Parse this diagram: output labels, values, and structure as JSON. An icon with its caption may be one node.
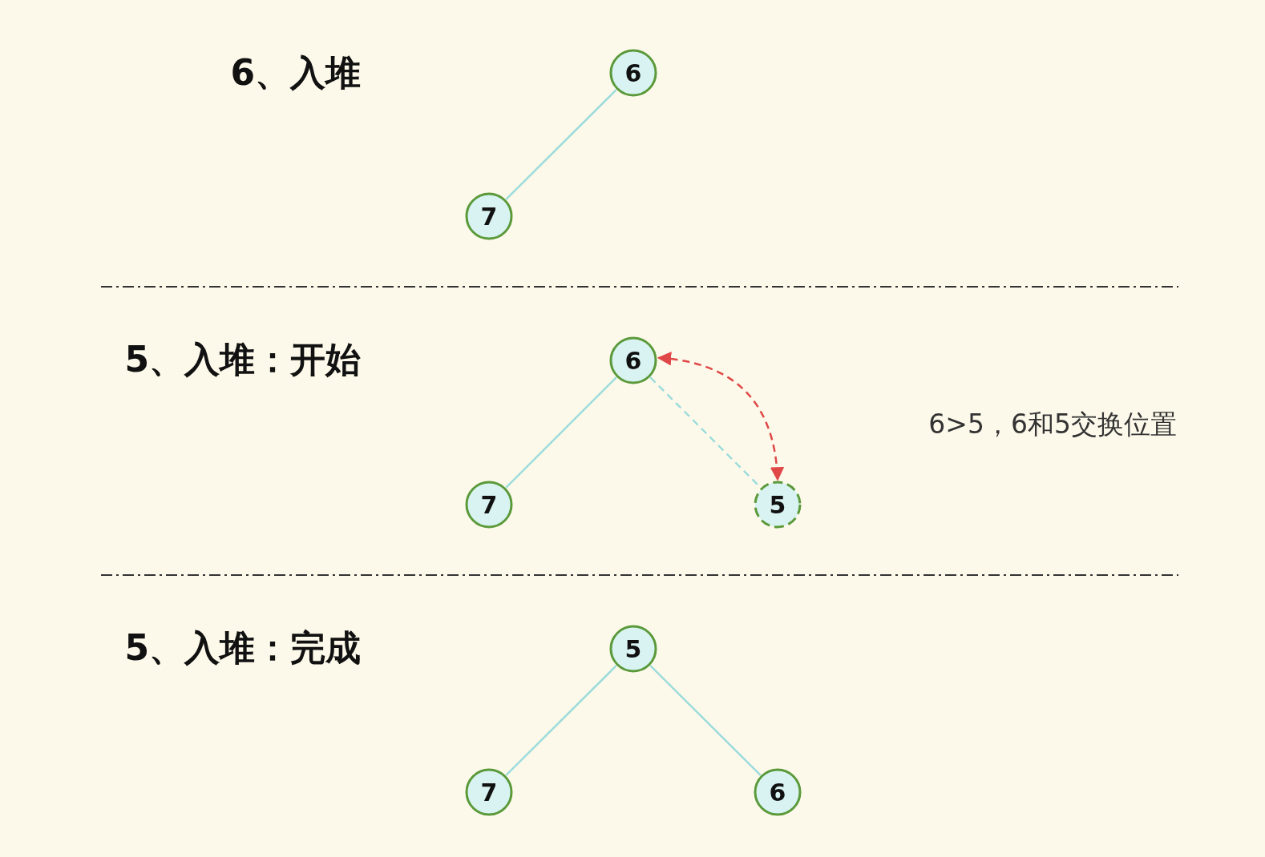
{
  "diagram": {
    "nodes": [
      {
        "text": [
          "6"
        ]
      },
      {
        "text": [
          "7"
        ]
      },
      {
        "text": [
          "6"
        ]
      },
      {
        "text": [
          "7"
        ]
      },
      {
        "text": [
          "5"
        ]
      },
      {
        "text": [
          "5"
        ]
      },
      {
        "text": [
          "7"
        ]
      },
      {
        "text": [
          "6"
        ]
      }
    ],
    "edges": [
      {
        "from": 0,
        "to": 1,
        "arrow": "none"
      },
      {
        "from": 2,
        "to": 3,
        "arrow": "none"
      },
      {
        "from": 2,
        "to": 4,
        "arrow": "none",
        "style": "dashed"
      },
      {
        "from": 2,
        "to": 4,
        "arrow": "both",
        "style": "dashed",
        "color": "#e04848"
      },
      {
        "from": 5,
        "to": 6,
        "arrow": "none"
      },
      {
        "from": 5,
        "to": 7,
        "arrow": "none"
      }
    ],
    "labels": [
      "6、入堆",
      "5、入堆：开始",
      "6>5，6和5交换位置",
      "5、入堆：完成"
    ]
  }
}
